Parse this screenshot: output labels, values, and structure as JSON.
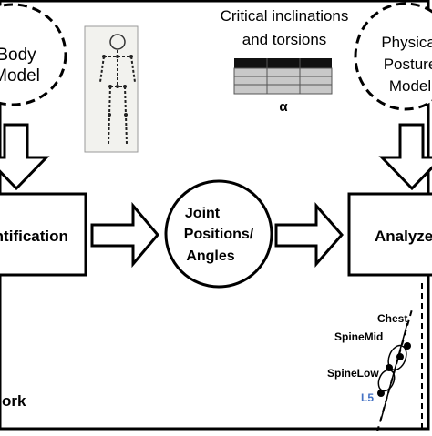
{
  "nodes": {
    "body_model": {
      "line1": "Body",
      "line2": "Model"
    },
    "physical_posture_model": {
      "line1": "Physical",
      "line2": "Posture",
      "line3": "Model"
    },
    "identification": {
      "label": "Identification"
    },
    "joint_positions": {
      "line1": "Joint",
      "line2": "Positions/",
      "line3": "Angles"
    },
    "analyzer": {
      "label": "Analyzer"
    }
  },
  "table_caption": {
    "line1": "Critical inclinations",
    "line2": "and torsions"
  },
  "alpha_label": "α",
  "spine_labels": {
    "chest": "Chest",
    "spine_mid": "SpineMid",
    "spine_low": "SpineLow",
    "l5": "L5"
  },
  "footer_fragment": "ork",
  "colors": {
    "stroke": "#000000",
    "table_header": "#111111",
    "table_row": "#c8c8c8",
    "l5": "#4472c4",
    "skeleton_bg": "#f2f2ee"
  }
}
